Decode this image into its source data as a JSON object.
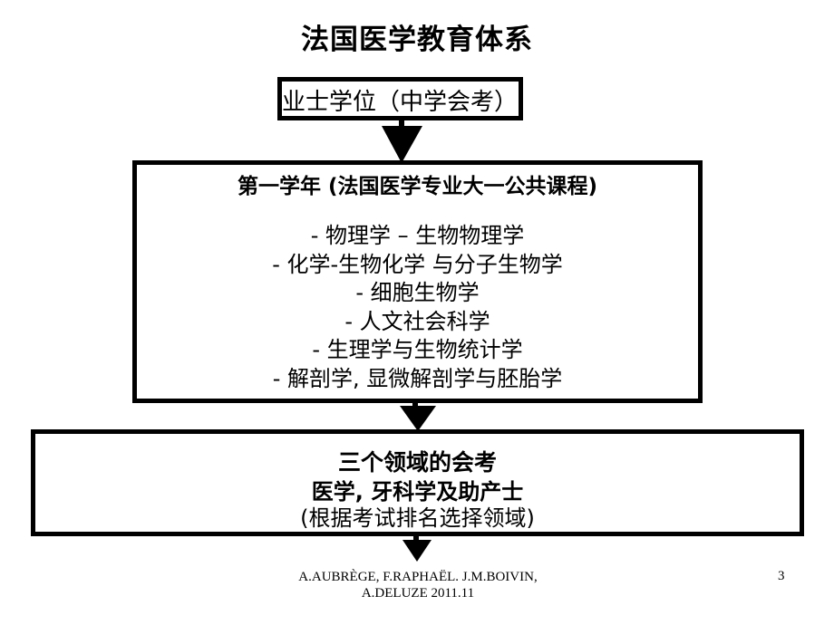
{
  "title": "法国医学教育体系",
  "box1": {
    "text": "业士学位（中学会考）"
  },
  "box2": {
    "heading": "第一学年 (法国医学专业大一公共课程)",
    "courses": [
      "- 物理学 – 生物物理学",
      "- 化学-生物化学 与分子生物学",
      "- 细胞生物学",
      "- 人文社会科学",
      "- 生理学与生物统计学",
      "- 解剖学, 显微解剖学与胚胎学"
    ]
  },
  "box3": {
    "line1": "三个领域的会考",
    "line2": "医学, 牙科学及助产士",
    "line3": "(根据考试排名选择领域)"
  },
  "footer": {
    "authors_line1": "A.AUBRÈGE, F.RAPHAËL. J.M.BOIVIN,",
    "authors_line2": "A.DELUZE 2011.11",
    "page_number": "3"
  }
}
